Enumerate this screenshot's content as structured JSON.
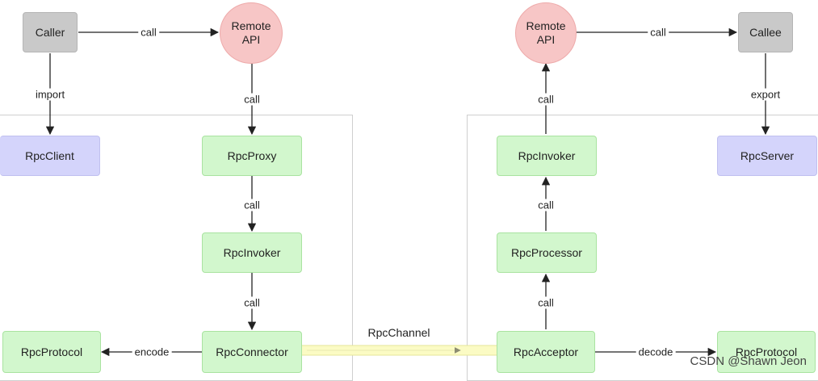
{
  "nodes": {
    "caller": "Caller",
    "remote_api_left_l1": "Remote",
    "remote_api_left_l2": "API",
    "remote_api_right_l1": "Remote",
    "remote_api_right_l2": "API",
    "callee": "Callee",
    "rpc_client": "RpcClient",
    "rpc_proxy": "RpcProxy",
    "rpc_invoker_left": "RpcInvoker",
    "rpc_connector": "RpcConnector",
    "rpc_protocol_left": "RpcProtocol",
    "rpc_invoker_right": "RpcInvoker",
    "rpc_processor": "RpcProcessor",
    "rpc_acceptor": "RpcAcceptor",
    "rpc_server": "RpcServer",
    "rpc_protocol_right": "RpcProtocol"
  },
  "edges": {
    "caller_remote": "call",
    "caller_import": "import",
    "remote_proxy": "call",
    "proxy_invoker": "call",
    "invoker_connector": "call",
    "connector_protocol": "encode",
    "remote_callee": "call",
    "callee_export": "export",
    "invoker_remote": "call",
    "processor_invoker": "call",
    "acceptor_processor": "call",
    "acceptor_protocol": "decode"
  },
  "channel": "RpcChannel",
  "watermark": "CSDN @Shawn Jeon",
  "colors": {
    "gray": "#c9c9c9",
    "purple": "#d4d4fb",
    "green": "#d2f7cd",
    "pink": "#f7c6c6",
    "channel": "#fbfbc4"
  }
}
